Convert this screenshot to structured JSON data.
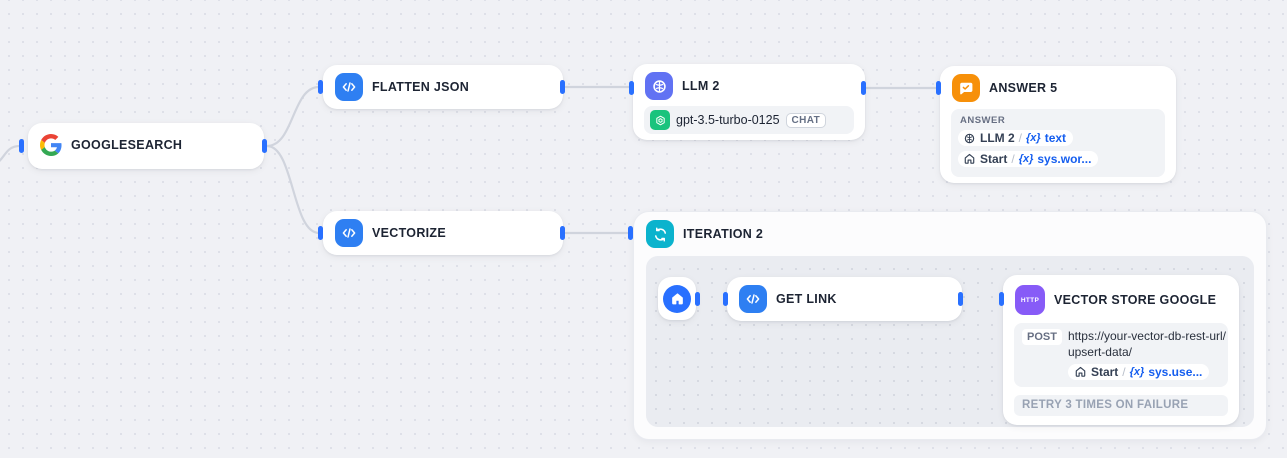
{
  "colors": {
    "canvas_bg": "#f0f1f5",
    "handle_blue": "#2970ff",
    "code_icon_blue": "#2e7ff2",
    "llm_icon_indigo": "#6172f3",
    "answer_icon_orange": "#f79009",
    "iteration_icon_cyan": "#0bb3cd",
    "http_icon_violet": "#875bf7",
    "openai_green": "#19c37d",
    "variable_blue": "#155eef",
    "edge_gray": "#d0d4dd"
  },
  "nodes": {
    "googlesearch": {
      "title": "GOOGLESEARCH"
    },
    "flatten_json": {
      "title": "FLATTEN JSON"
    },
    "llm2": {
      "title": "LLM 2",
      "model": "gpt-3.5-turbo-0125",
      "mode_badge": "CHAT"
    },
    "answer5": {
      "title": "ANSWER 5",
      "section_label": "ANSWER",
      "variables": [
        {
          "source": "LLM 2",
          "separator": "/",
          "var_prefix": "{x}",
          "var": "text"
        },
        {
          "source": "Start",
          "separator": "/",
          "var_prefix": "{x}",
          "var": "sys.wor..."
        }
      ]
    },
    "vectorize": {
      "title": "VECTORIZE"
    },
    "iteration2": {
      "title": "ITERATION 2"
    },
    "get_link": {
      "title": "GET LINK"
    },
    "vector_store_google": {
      "title": "VECTOR STORE GOOGLE",
      "icon_label": "HTTP",
      "method": "POST",
      "url": "https://your-vector-db-rest-url/upsert-data/",
      "variable": {
        "source": "Start",
        "separator": "/",
        "var_prefix": "{x}",
        "var": "sys.use..."
      },
      "retry_label": "RETRY 3 TIMES ON FAILURE"
    }
  }
}
